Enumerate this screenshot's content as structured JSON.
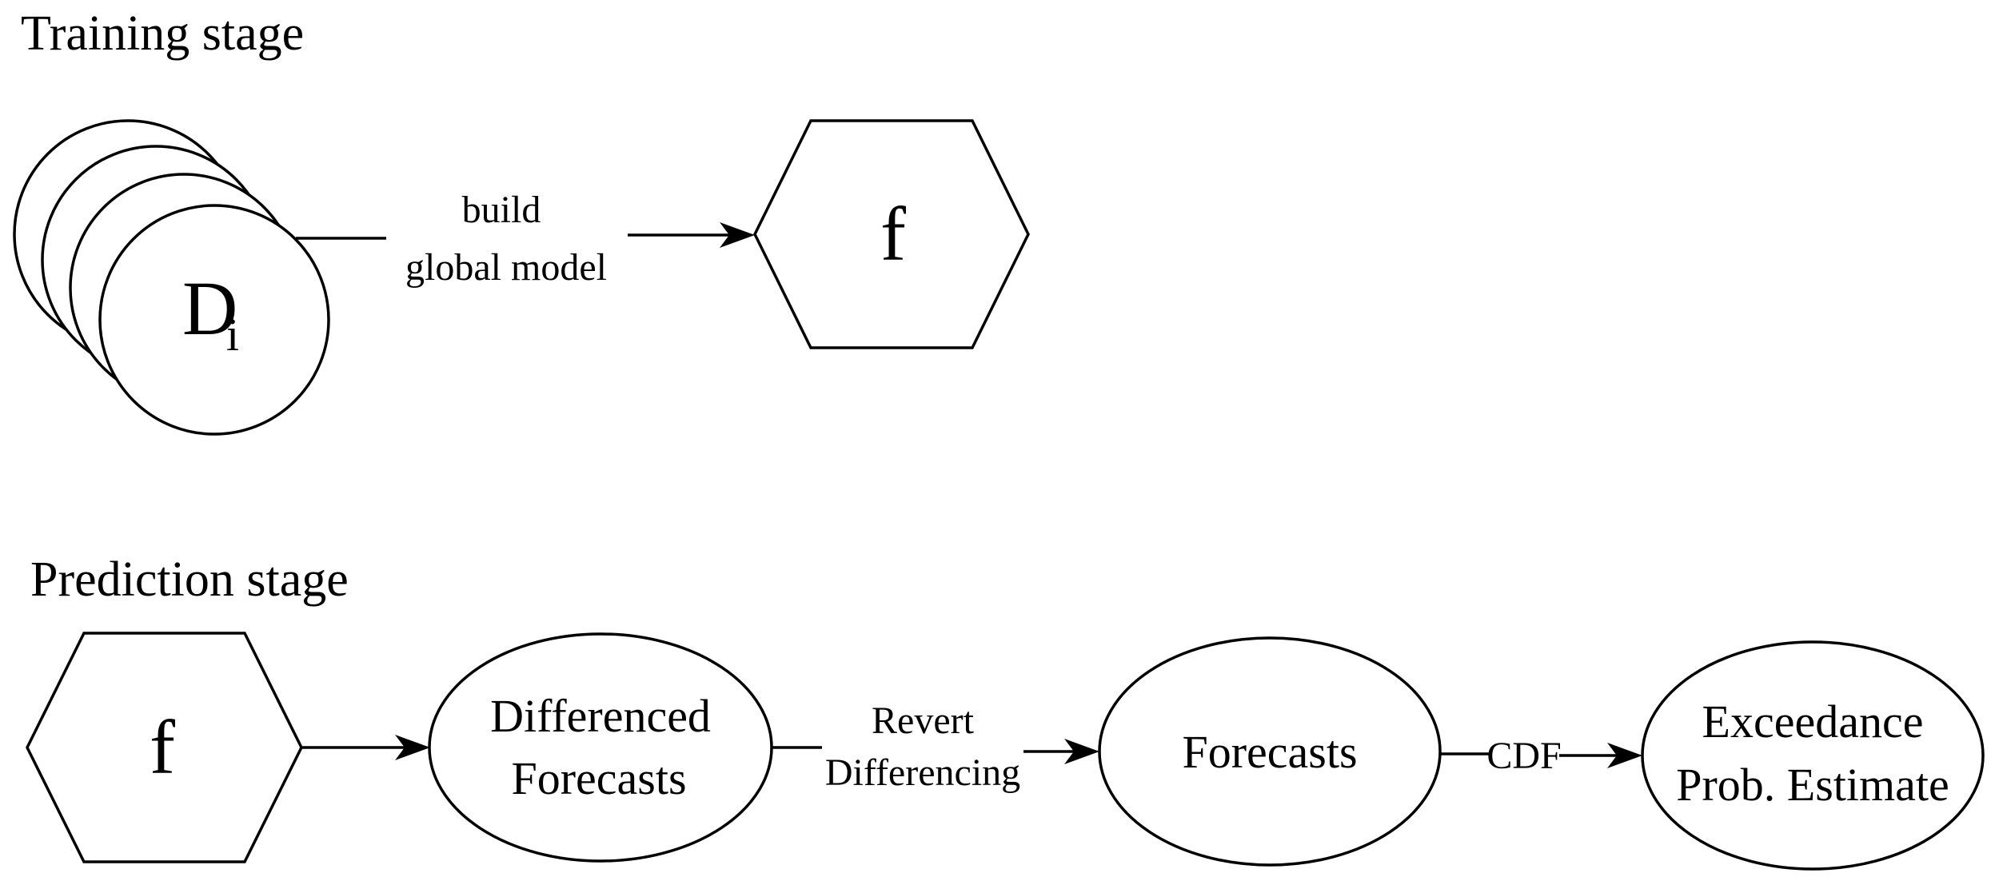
{
  "training": {
    "title": "Training stage",
    "data_node": {
      "label": "D",
      "subscript": "i"
    },
    "edge_label": {
      "line1": "build",
      "line2": "global model"
    },
    "model_node": "f"
  },
  "prediction": {
    "title": "Prediction stage",
    "model_node": "f",
    "differenced": {
      "line1": "Differenced",
      "line2": "Forecasts"
    },
    "edge_revert": {
      "line1": "Revert",
      "line2": "Differencing"
    },
    "forecasts": "Forecasts",
    "edge_cdf": "CDF",
    "exceedance": {
      "line1": "Exceedance",
      "line2": "Prob. Estimate"
    }
  }
}
